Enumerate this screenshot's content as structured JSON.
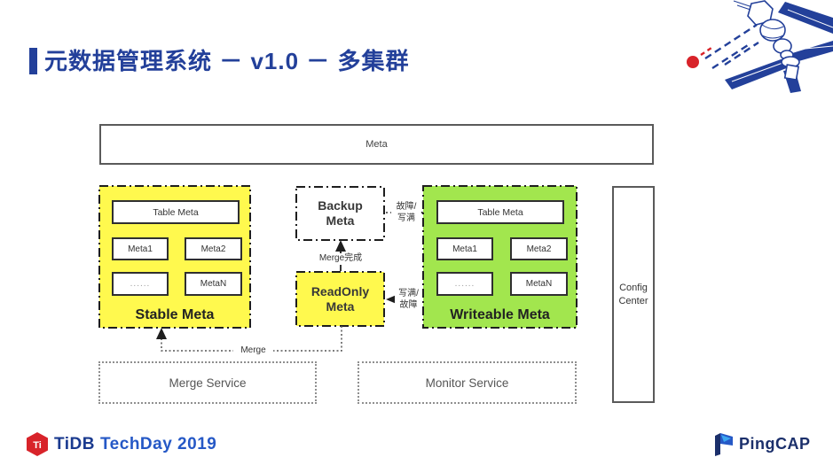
{
  "slide": {
    "title": "元数据管理系统 － v1.0 － 多集群"
  },
  "diagram": {
    "meta_bar": {
      "label": "Meta"
    },
    "stable": {
      "title": "Stable Meta",
      "table_meta": "Table Meta",
      "cells": [
        "Meta1",
        "Meta2",
        "......",
        "MetaN"
      ]
    },
    "writeable": {
      "title": "Writeable Meta",
      "table_meta": "Table Meta",
      "cells": [
        "Meta1",
        "Meta2",
        "......",
        "MetaN"
      ]
    },
    "backup": {
      "line1": "Backup",
      "line2": "Meta"
    },
    "readonly": {
      "line1": "ReadOnly",
      "line2": "Meta"
    },
    "config": {
      "line1": "Config",
      "line2": "Center"
    },
    "services": {
      "merge": "Merge Service",
      "monitor": "Monitor Service"
    },
    "edge_labels": {
      "fault_full_line1": "故障/",
      "fault_full_line2": "写满",
      "full_fault_line1": "写满/",
      "full_fault_line2": "故障",
      "merge_done": "Merge完成",
      "merge": "Merge"
    }
  },
  "footer": {
    "tidb_brand": "TiDB",
    "tidb_event": "TechDay 2019",
    "tidb_icon_glyph": "Ti",
    "pingcap_brand": "PingCAP"
  },
  "colors": {
    "title_blue": "#23409A",
    "stable_yellow": "#FFF94E",
    "writeable_green": "#A2E64E",
    "tidb_red": "#D8232A",
    "tidb_navy": "#1A3A8F",
    "techday_blue": "#2558C6",
    "pingcap_navy": "#1B2F6B",
    "pingcap_light_blue": "#3BA6F0"
  }
}
